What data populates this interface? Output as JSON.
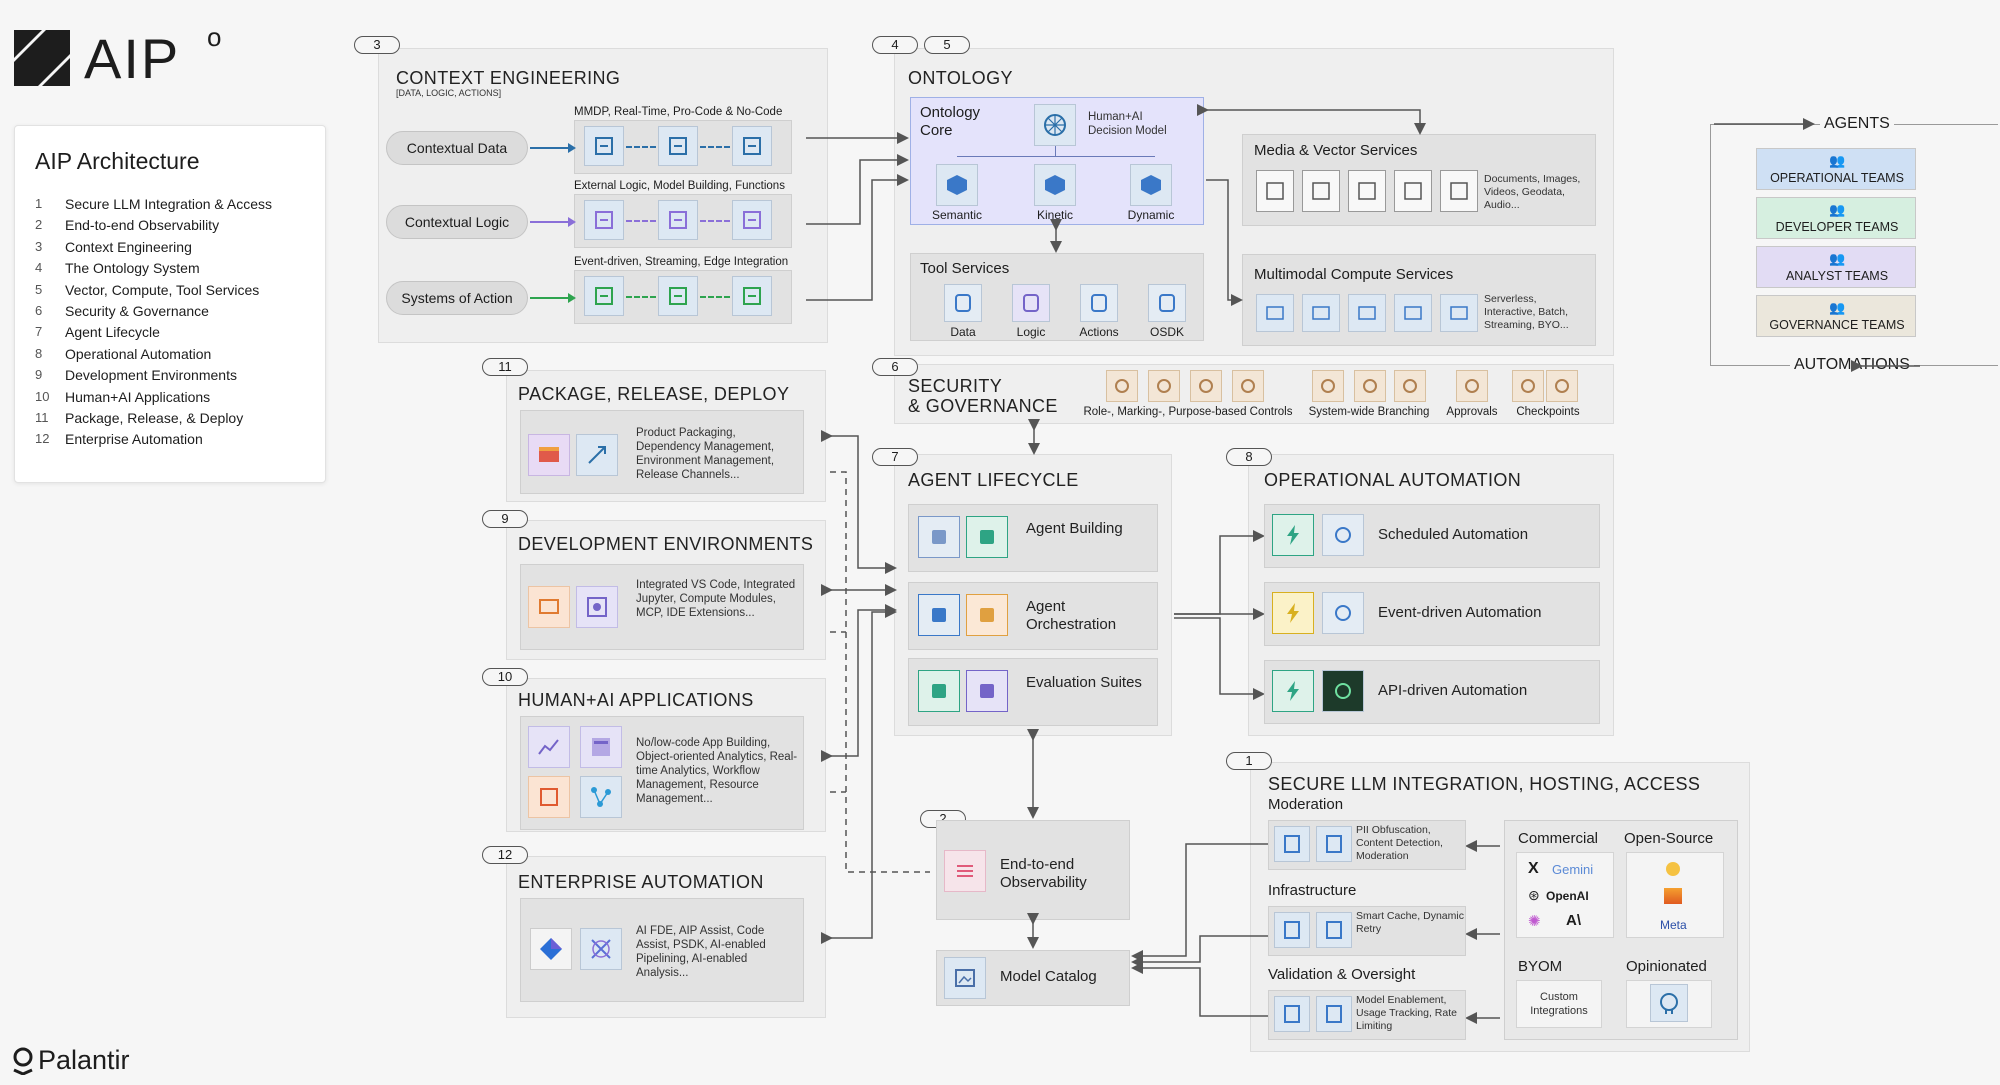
{
  "brand": {
    "logo_text": "AIP",
    "logo_sup": "o",
    "footer": "Palantir"
  },
  "legend": {
    "title": "AIP Architecture",
    "items": [
      {
        "n": "1",
        "label": "Secure LLM Integration & Access"
      },
      {
        "n": "2",
        "label": "End-to-end Observability"
      },
      {
        "n": "3",
        "label": "Context Engineering"
      },
      {
        "n": "4",
        "label": "The Ontology System"
      },
      {
        "n": "5",
        "label": "Vector, Compute, Tool Services"
      },
      {
        "n": "6",
        "label": "Security & Governance"
      },
      {
        "n": "7",
        "label": "Agent Lifecycle"
      },
      {
        "n": "8",
        "label": "Operational Automation"
      },
      {
        "n": "9",
        "label": "Development Environments"
      },
      {
        "n": "10",
        "label": "Human+AI Applications"
      },
      {
        "n": "11",
        "label": "Package, Release, & Deploy"
      },
      {
        "n": "12",
        "label": "Enterprise Automation"
      }
    ]
  },
  "context": {
    "num": "3",
    "title": "CONTEXT ENGINEERING",
    "subtitle": "[DATA, LOGIC, ACTIONS]",
    "rows": [
      {
        "pill": "Contextual Data",
        "caption": "MMDP, Real-Time, Pro-Code & No-Code",
        "color": "#2b6fa8"
      },
      {
        "pill": "Contextual Logic",
        "caption": "External Logic, Model Building, Functions",
        "color": "#8a6fd8"
      },
      {
        "pill": "Systems of Action",
        "caption": "Event-driven, Streaming, Edge Integration",
        "color": "#2ea44f"
      }
    ]
  },
  "ontology": {
    "num_a": "4",
    "num_b": "5",
    "title": "ONTOLOGY",
    "core": "Ontology Core",
    "core_top": "Human+AI Decision Model",
    "core_items": [
      "Semantic",
      "Kinetic",
      "Dynamic"
    ],
    "tools_title": "Tool Services",
    "tools": [
      "Data",
      "Logic",
      "Actions",
      "OSDK"
    ],
    "media_title": "Media & Vector Services",
    "media_desc": "Documents, Images, Videos, Geodata, Audio...",
    "compute_title": "Multimodal Compute Services",
    "compute_desc": "Serverless, Interactive, Batch, Streaming, BYO..."
  },
  "security": {
    "num": "6",
    "title_1": "SECURITY",
    "title_2": "& GOVERNANCE",
    "labels": [
      "Role-, Marking-, Purpose-based Controls",
      "System-wide Branching",
      "Approvals",
      "Checkpoints"
    ]
  },
  "teams": {
    "agents": "AGENTS",
    "automations": "AUTOMATIONS",
    "items": [
      {
        "label": "OPERATIONAL TEAMS",
        "color": "#cfe0f4"
      },
      {
        "label": "DEVELOPER TEAMS",
        "color": "#d6efe0"
      },
      {
        "label": "ANALYST TEAMS",
        "color": "#e2dcf4"
      },
      {
        "label": "GOVERNANCE TEAMS",
        "color": "#ebe7dc"
      }
    ]
  },
  "package": {
    "num": "11",
    "title": "PACKAGE, RELEASE, DEPLOY",
    "desc": "Product Packaging, Dependency Management, Environment Management, Release Channels..."
  },
  "dev": {
    "num": "9",
    "title": "DEVELOPMENT ENVIRONMENTS",
    "desc": "Integrated VS Code, Integrated Jupyter, Compute Modules, MCP, IDE Extensions..."
  },
  "human": {
    "num": "10",
    "title": "HUMAN+AI APPLICATIONS",
    "desc": "No/low-code App Building, Object-oriented Analytics, Real-time Analytics, Workflow Management, Resource Management..."
  },
  "enterprise": {
    "num": "12",
    "title": "ENTERPRISE AUTOMATION",
    "desc": "AI FDE, AIP Assist, Code Assist, PSDK, AI-enabled Pipelining, AI-enabled Analysis..."
  },
  "agent": {
    "num": "7",
    "title": "AGENT LIFECYCLE",
    "items": [
      "Agent Building",
      "Agent Orchestration",
      "Evaluation Suites"
    ]
  },
  "opauto": {
    "num": "8",
    "title": "OPERATIONAL AUTOMATION",
    "items": [
      "Scheduled Automation",
      "Event-driven Automation",
      "API-driven Automation"
    ]
  },
  "observ": {
    "num": "2",
    "label": "End-to-end Observability"
  },
  "catalog": {
    "label": "Model Catalog"
  },
  "llm": {
    "num": "1",
    "title": "SECURE LLM INTEGRATION, HOSTING, ACCESS",
    "groups": [
      {
        "title": "Moderation",
        "desc": "PII Obfuscation, Content Detection, Moderation"
      },
      {
        "title": "Infrastructure",
        "desc": "Smart Cache, Dynamic Retry"
      },
      {
        "title": "Validation & Oversight",
        "desc": "Model Enablement, Usage Tracking, Rate Limiting"
      }
    ],
    "commercial": "Commercial",
    "open_source": "Open-Source",
    "providers": [
      "Gemini",
      "OpenAI",
      "Meta"
    ],
    "byom": "BYOM",
    "byom_desc": "Custom Integrations",
    "opinionated": "Opinionated"
  }
}
